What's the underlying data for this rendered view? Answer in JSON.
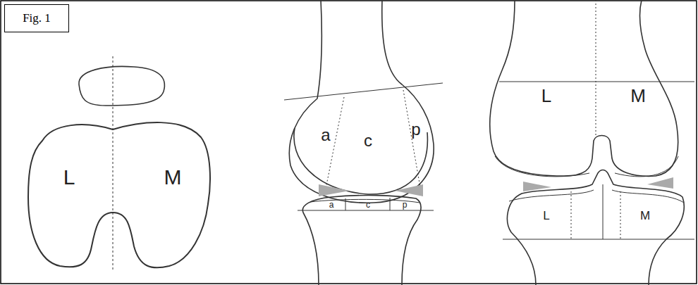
{
  "diagram": {
    "nodes": [
      {
        "text": [
          "Fig. 1"
        ]
      }
    ],
    "labels": [
      "L",
      "M",
      "a",
      "c",
      "p",
      "a",
      "c",
      "p",
      "L",
      "M",
      "L",
      "M"
    ]
  }
}
